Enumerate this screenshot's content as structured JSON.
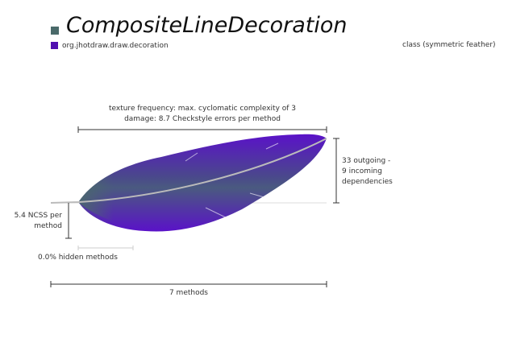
{
  "header": {
    "title": "CompositeLineDecoration",
    "package": "org.jhotdraw.draw.decoration",
    "class_type": "class (symmetric feather)",
    "title_color": "#4a6a6a",
    "package_color": "#5010b0"
  },
  "metrics": {
    "texture_line1": "texture frequency: max. cyclomatic complexity of 3",
    "texture_line2": "damage: 8.7 Checkstyle errors per method",
    "dependencies_line1": "33 outgoing -",
    "dependencies_line2": "9 incoming",
    "dependencies_line3": "dependencies",
    "ncss_line1": "5.4 NCSS per",
    "ncss_line2": "method",
    "hidden": "0.0% hidden methods",
    "methods": "7 methods"
  }
}
